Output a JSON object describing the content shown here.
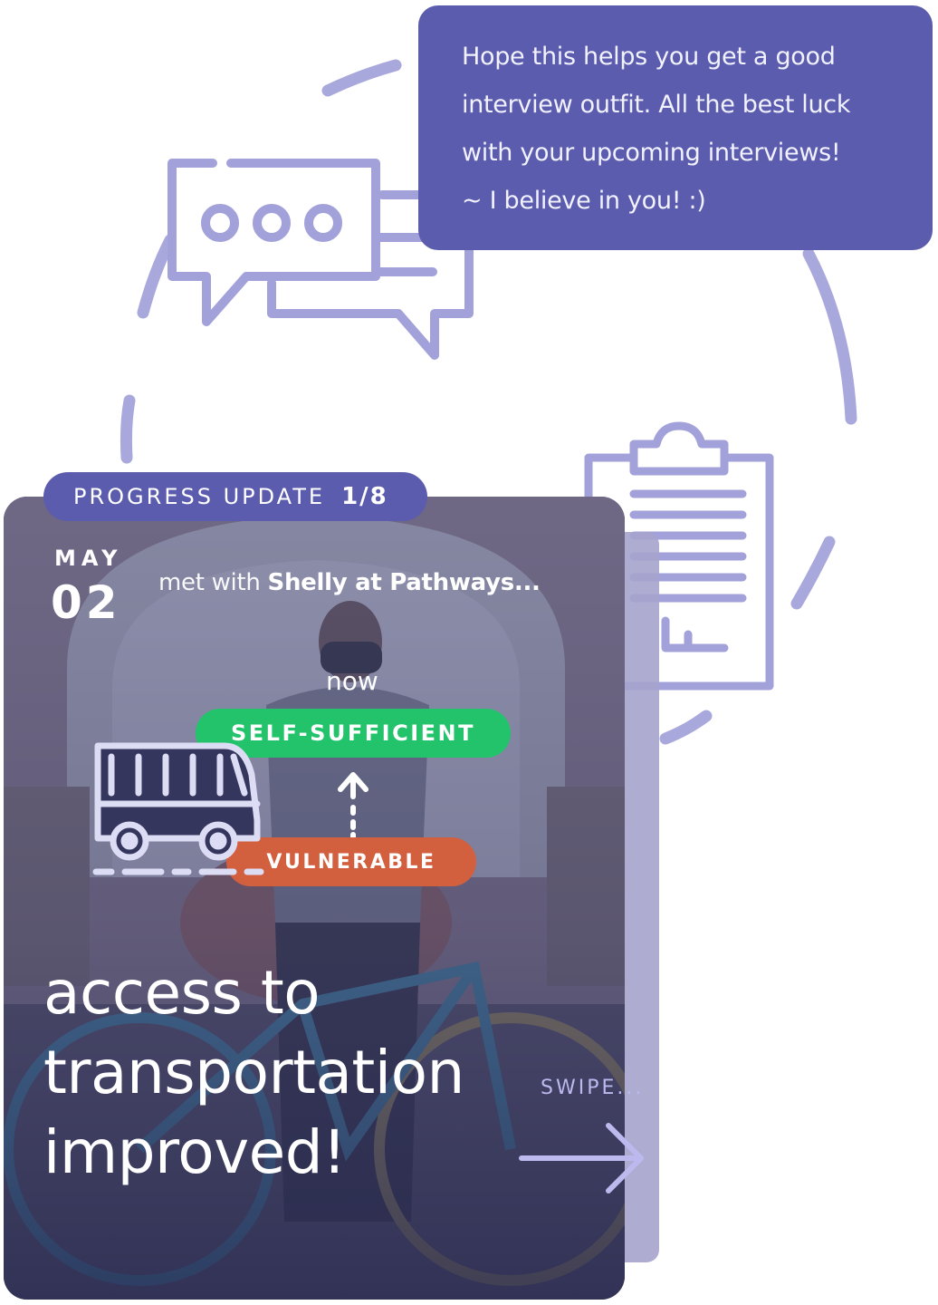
{
  "message": {
    "lines": [
      "Hope this helps you get a good",
      "interview outfit. All the best luck",
      "with your upcoming interviews!",
      "~ I believe in you!  :)"
    ]
  },
  "progress": {
    "label": "PROGRESS UPDATE",
    "current": "1",
    "total": "8",
    "counter_text": "1/8"
  },
  "update": {
    "month": "MAY",
    "day": "02",
    "met_prefix": "met with ",
    "met_with": "Shelly at Pathways...",
    "now_label": "now",
    "status_now": "SELF-SUFFICIENT",
    "status_before": "VULNERABLE",
    "icon": "bus-icon",
    "headline": [
      "access to",
      "transportation",
      "improved!"
    ]
  },
  "swipe": {
    "label": "SWIPE..."
  },
  "colors": {
    "accent": "#5b5cae",
    "deco": "#9a9ad4",
    "status_good": "#23c36c",
    "status_bad": "#d2603f",
    "swipe": "#bcb9ee"
  }
}
